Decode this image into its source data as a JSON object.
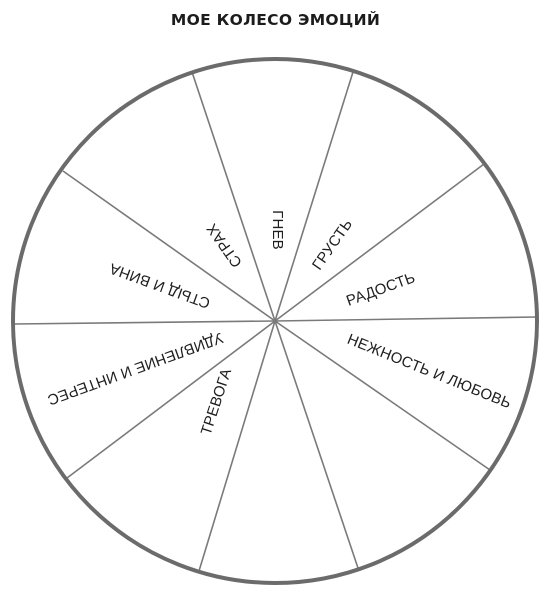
{
  "title": "МОЕ КОЛЕСО ЭМОЦИЙ",
  "wheel": {
    "segments": [
      {
        "label": "ГНЕВ"
      },
      {
        "label": "ГРУСТЬ"
      },
      {
        "label": "РАДОСТЬ"
      },
      {
        "label": "НЕЖНОСТЬ И ЛЮБОВЬ"
      },
      {
        "label": ""
      },
      {
        "label": ""
      },
      {
        "label": "ТРЕВОГА"
      },
      {
        "label": ""
      },
      {
        "label": "УДИВЛЕНИЕ И ИНТЕРЕС"
      },
      {
        "label": "СТЫД И ВИНА"
      },
      {
        "label": "СТРАХ"
      }
    ],
    "colors": {
      "rim": "#6b6b6b",
      "spoke": "#7a7a7a",
      "text": "#1e1e1e"
    }
  }
}
